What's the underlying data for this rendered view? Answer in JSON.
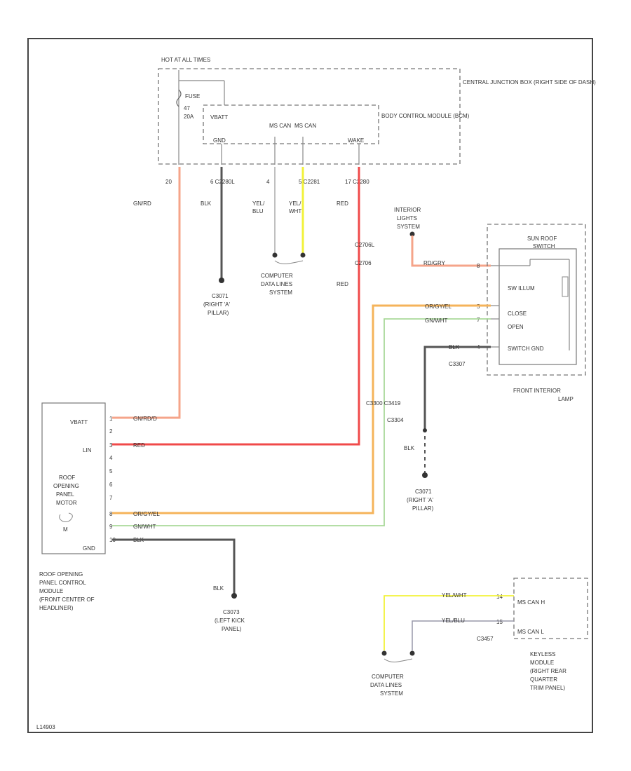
{
  "colors": {
    "orange_red_wire": "#f5a48a",
    "red_wire": "#f04a4a",
    "black_wire": "#444444",
    "yellow_wire": "#f2f23a",
    "orange_wire": "#f5b35a",
    "green_wire": "#a9d99a",
    "gray_wire": "#9999aa"
  },
  "central_junction": {
    "hot_label": "HOT AT ALL TIMES",
    "name": "CENTRAL JUNCTION BOX (RIGHT SIDE OF DASH)",
    "fuse_label": "FUSE",
    "fuse_num": "47",
    "fuse_amp": "20A"
  },
  "bcm": {
    "name": "BODY CONTROL MODULE (BCM)",
    "vbatt": "VBATT",
    "gnd": "GND",
    "ms_can_a": "MS CAN",
    "ms_can_b": "MS CAN",
    "wake": "WAKE"
  },
  "pins_top": {
    "p1": "20",
    "p2": "6 C2280L",
    "p3": "4",
    "p4": "5 C2281",
    "p5": "17 C2280"
  },
  "wire_labels": {
    "gnrd": "GN/RD",
    "blk1": "BLK",
    "yel_blu": "YEL/ BLU",
    "yel_wht": "YEL/ WHT",
    "red1": "RED",
    "c2706l": "C2706L",
    "c2706": "C2706",
    "red2": "RED"
  },
  "grounds": {
    "g1_name": "C3071",
    "g1_loc": "(RIGHT 'A' PILLAR)",
    "g2_name": "C3071",
    "g2_loc": "(RIGHT 'A' PILLAR)",
    "g3_name": "C3073",
    "g3_loc": "(LEFT KICK PANEL)"
  },
  "cdl1": {
    "l1": "COMPUTER",
    "l2": "DATA LINES",
    "l3": "SYSTEM"
  },
  "cdl2": {
    "l1": "COMPUTER",
    "l2": "DATA LINES",
    "l3": "SYSTEM"
  },
  "interior_lights": {
    "l1": "INTERIOR",
    "l2": "LIGHTS",
    "l3": "SYSTEM"
  },
  "front_lamp": {
    "sunroof_switch": "SUN ROOF SWITCH",
    "sw_illum": "SW ILLUM",
    "close": "CLOSE",
    "open": "OPEN",
    "switch_gnd": "SWITCH GND",
    "pin_a": "8",
    "pin_b": "5",
    "pin_c": "7",
    "pin_d": "4",
    "c3307": "C3307",
    "name": "FRONT INTERIOR LAMP",
    "w_rdgry": "RD/GRY",
    "w_orgyel": "OR/GY/EL",
    "w_gnwht": "GN/WHT",
    "w_blk": "BLK"
  },
  "splice": {
    "s1": "C3300 C3419",
    "s2": "C3304",
    "blk": "BLK"
  },
  "roof_module": {
    "vbatt": "VBATT",
    "lin": "LIN",
    "motor_l1": "ROOF",
    "motor_l2": "OPENING",
    "motor_l3": "PANEL",
    "motor_l4": "MOTOR",
    "m": "M",
    "gnd": "GND",
    "pins": [
      "1",
      "2",
      "3",
      "4",
      "5",
      "6",
      "7",
      "8",
      "9",
      "10"
    ],
    "w1": "GN/RD/D",
    "w3": "RED",
    "w8": "OR/GY/EL",
    "w9": "GN/WHT",
    "w10": "BLK",
    "name_l1": "ROOF OPENING",
    "name_l2": "PANEL CONTROL",
    "name_l3": "MODULE",
    "name_l4": "(FRONT CENTER OF",
    "name_l5": "HEADLINER)",
    "blk": "BLK"
  },
  "keyless": {
    "ms_can_h": "MS CAN H",
    "ms_can_l": "MS CAN L",
    "yel_wht": "YEL/WHT",
    "yel_blu": "YEL/BLU",
    "pin_h": "14",
    "pin_l": "15",
    "conn": "C3457",
    "l1": "KEYLESS",
    "l2": "MODULE",
    "l3": "(RIGHT REAR",
    "l4": "QUARTER",
    "l5": "TRIM PANEL)"
  },
  "footer_code": "L14903"
}
